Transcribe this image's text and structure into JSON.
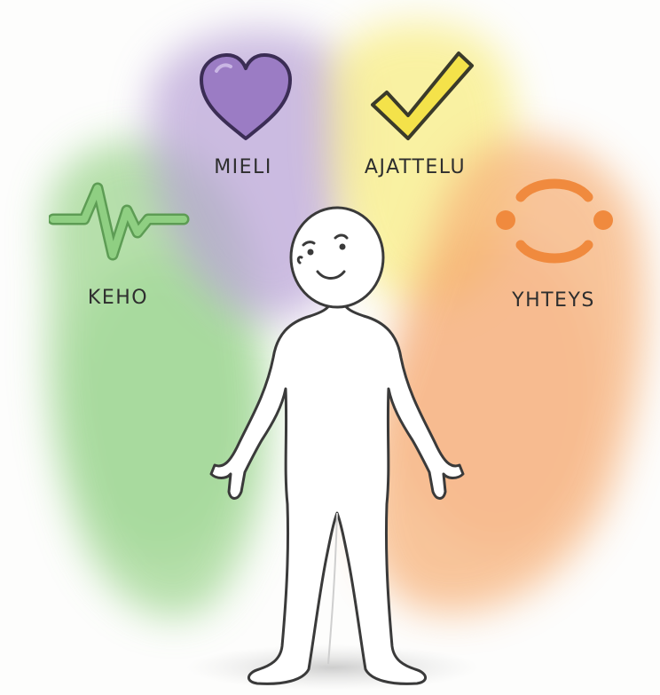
{
  "areas": [
    {
      "key": "keho",
      "label": "KEHO",
      "icon": "heartbeat-icon",
      "color": "#8fcf82"
    },
    {
      "key": "mieli",
      "label": "MIELI",
      "icon": "heart-icon",
      "color": "#a98fcc"
    },
    {
      "key": "ajattelu",
      "label": "AJATTELU",
      "icon": "checkmark-icon",
      "color": "#f5e36a"
    },
    {
      "key": "yhteys",
      "label": "YHTEYS",
      "icon": "connection-circle-icon",
      "color": "#f4a366"
    }
  ]
}
